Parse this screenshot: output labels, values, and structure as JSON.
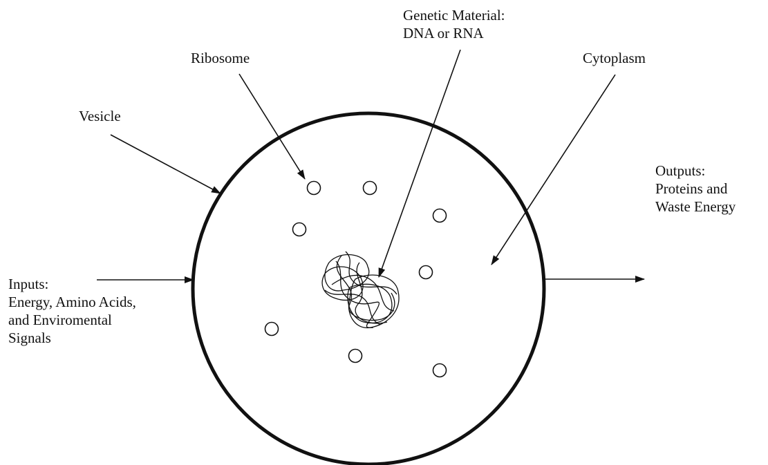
{
  "labels": {
    "genetic_material": [
      "Genetic Material:",
      "DNA or RNA"
    ],
    "ribosome": "Ribosome",
    "cytoplasm": "Cytoplasm",
    "vesicle": "Vesicle",
    "outputs": [
      "Outputs:",
      "Proteins and",
      "Waste Energy"
    ],
    "inputs": [
      "Inputs:",
      "Energy, Amino Acids,",
      "and Enviromental",
      "Signals"
    ]
  },
  "colors": {
    "ink": "#111111",
    "background": "#ffffff"
  }
}
